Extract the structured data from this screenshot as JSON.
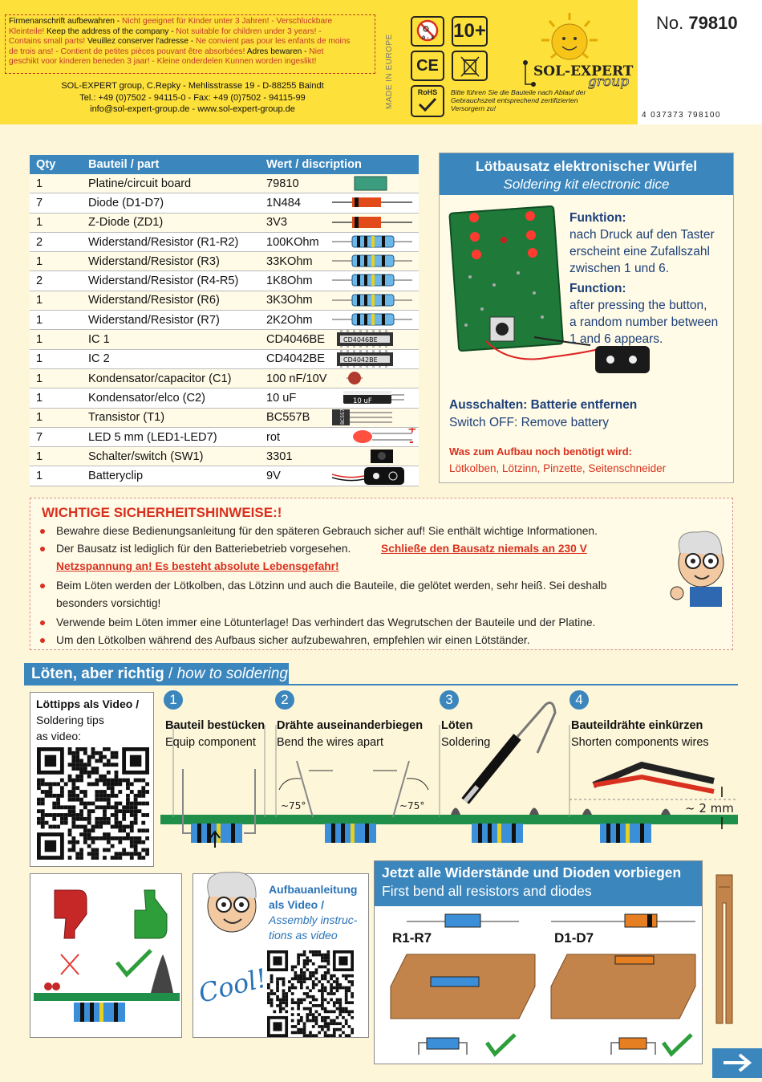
{
  "header": {
    "warnings_lines": [
      [
        {
          "t": "Firmenanschrift aufbewahren - ",
          "k": 0
        },
        {
          "t": "Nicht geeignet für Kinder unter 3 Jahren! - Verschluckbare",
          "k": 1
        }
      ],
      [
        {
          "t": "Kleinteile! ",
          "k": 1
        },
        {
          "t": "Keep the address of the company - ",
          "k": 0
        },
        {
          "t": "Not suitable for children under 3 years! -",
          "k": 1
        }
      ],
      [
        {
          "t": "Contains small parts! ",
          "k": 1
        },
        {
          "t": "Veuillez conserver l'adresse - ",
          "k": 0
        },
        {
          "t": "Ne convient pas pour les enfants de moins",
          "k": 1
        }
      ],
      [
        {
          "t": "de trois ans! - Contient de petites pièces pouvant être absorbées! ",
          "k": 1
        },
        {
          "t": "Adres bewaren - ",
          "k": 0
        },
        {
          "t": "Niet",
          "k": 1
        }
      ],
      [
        {
          "t": "geschikt voor kinderen beneden 3 jaar! - Kleine onderdelen Kunnen worden ingeslikt!",
          "k": 1
        }
      ]
    ],
    "address_lines": [
      "SOL-EXPERT group, C.Repky - Mehlisstrasse 19 - D-88255 Baindt",
      "Tel.: +49 (0)7502 - 94115-0 - Fax: +49 (0)7502 - 94115-99",
      "info@sol-expert-group.de - www.sol-expert-group.de"
    ],
    "made_in": "MADE IN EUROPE",
    "age_label": "10+",
    "ce_label": "CE",
    "rohs_label": "RoHS",
    "age_restriction_sub": "0 - 3",
    "disposal_note": "Bitte führen Sie die Bauteile nach Ablauf der Gebrauchszeit entsprechend zertifizierten Versorgern zu!",
    "brand_name": "SOL-EXPERT",
    "brand_suffix": "group",
    "product_number_prefix": "No.",
    "product_number": "79810",
    "barcode_number": "4 037373 798100"
  },
  "parts_table": {
    "headers": [
      "Qty",
      "Bauteil / part",
      "Wert / discription"
    ],
    "rows": [
      {
        "qty": "1",
        "part": "Platine/circuit board",
        "value": "79810",
        "icon": "board"
      },
      {
        "qty": "7",
        "part": "Diode (D1-D7)",
        "value": "1N484",
        "icon": "diode"
      },
      {
        "qty": "1",
        "part": "Z-Diode (ZD1)",
        "value": "3V3",
        "icon": "zdiode"
      },
      {
        "qty": "2",
        "part": "Widerstand/Resistor  (R1-R2)",
        "value": "100KOhm",
        "icon": "resistor"
      },
      {
        "qty": "1",
        "part": "Widerstand/Resistor  (R3)",
        "value": "33KOhm",
        "icon": "resistor"
      },
      {
        "qty": "2",
        "part": "Widerstand/Resistor  (R4-R5)",
        "value": "1K8Ohm",
        "icon": "resistor"
      },
      {
        "qty": "1",
        "part": "Widerstand/Resistor  (R6)",
        "value": "3K3Ohm",
        "icon": "resistor"
      },
      {
        "qty": "1",
        "part": "Widerstand/Resistor  (R7)",
        "value": "2K2Ohm",
        "icon": "resistor"
      },
      {
        "qty": "1",
        "part": "IC 1",
        "value": "CD4046BE",
        "icon": "ic",
        "icon_text": "CD4046BE"
      },
      {
        "qty": "1",
        "part": "IC 2",
        "value": "CD4042BE",
        "icon": "ic",
        "icon_text": "CD4042BE"
      },
      {
        "qty": "1",
        "part": "Kondensator/capacitor (C1)",
        "value": "100 nF/10V",
        "icon": "cap"
      },
      {
        "qty": "1",
        "part": "Kondensator/elco (C2)",
        "value": "10 uF",
        "icon": "elco",
        "icon_text": "10 uF"
      },
      {
        "qty": "1",
        "part": "Transistor (T1)",
        "value": "BC557B",
        "icon": "transistor",
        "icon_text": "BC557B"
      },
      {
        "qty": "7",
        "part": "LED 5 mm (LED1-LED7)",
        "value": "rot",
        "icon": "led",
        "icon_text": "+ -"
      },
      {
        "qty": "1",
        "part": "Schalter/switch (SW1)",
        "value": "3301",
        "icon": "switch"
      },
      {
        "qty": "1",
        "part": "Batteryclip",
        "value": "9V",
        "icon": "clip"
      }
    ]
  },
  "info": {
    "title_de": "Lötbausatz elektronischer Würfel",
    "title_en": "Soldering kit electronic dice",
    "funktion_heading": "Funktion:",
    "funktion_text": [
      "nach Druck auf den Taster",
      "erscheint eine Zufallszahl",
      "zwischen 1 und 6."
    ],
    "function_heading": "Function:",
    "function_text": [
      "after pressing the button,",
      "a random number between",
      "1 and 6 appears."
    ],
    "switch_off_de": "Ausschalten: Batterie entfernen",
    "switch_off_en": "Switch OFF: Remove battery",
    "needed_heading": "Was zum Aufbau noch benötigt wird:",
    "needed_text": "Lötkolben, Lötzinn, Pinzette, Seitenschneider"
  },
  "safety": {
    "heading": "WICHTIGE SICHERHEITSHINWEISE:!",
    "items": [
      [
        "Bewahre diese Bedienungsanleitung für den späteren Gebrauch sicher auf! Sie enthält wichtige Informationen."
      ],
      [
        "Der Bausatz ist lediglich für den Batteriebetrieb vorgesehen. ",
        "Schließe den Bausatz niemals an 230 V",
        "Netzspannung an! Es besteht absolute Lebensgefahr!"
      ],
      [
        "Beim Löten werden der Lötkolben, das Lötzinn und auch die Bauteile, die gelötet werden, sehr heiß. Sei deshalb",
        "besonders vorsichtig!"
      ],
      [
        "Verwende beim Löten immer eine Lötunterlage! Das verhindert das Wegrutschen der Bauteile und der Platine."
      ],
      [
        "Um den Lötkolben während des Aufbaus sicher aufzubewahren, empfehlen wir einen Lötständer."
      ]
    ]
  },
  "soldering": {
    "title_bold": "Löten, aber richtig",
    "title_sep": " / ",
    "title_italic": "how to soldering",
    "video_tips": [
      "Löttipps als Video /",
      "Soldering tips",
      "as video:"
    ],
    "steps": [
      {
        "num": "1",
        "de": "Bauteil bestücken",
        "en": "Equip component"
      },
      {
        "num": "2",
        "de": "Drähte auseinanderbiegen",
        "en": "Bend the wires apart"
      },
      {
        "num": "3",
        "de": "Löten",
        "en": "Soldering"
      },
      {
        "num": "4",
        "de": "Bauteildrähte einkürzen",
        "en": "Shorten components wires"
      }
    ],
    "angle_label": "~75°",
    "length_label": "~ 2 mm",
    "assembly_video": {
      "bold": [
        "Aufbauanleitung",
        "als Video /"
      ],
      "italic": [
        "Assembly instruc-",
        "tions as video"
      ]
    },
    "cool_label": "Cool!",
    "bend_title_de": "Jetzt alle Widerstände und Dioden vorbiegen",
    "bend_title_en": "First bend all resistors and diodes",
    "r_label": "R1-R7",
    "d_label": "D1-D7"
  },
  "colors": {
    "blue": "#3a86bd",
    "yellow": "#fde03a",
    "red": "#d9301f",
    "cream": "#fdf6d8"
  }
}
